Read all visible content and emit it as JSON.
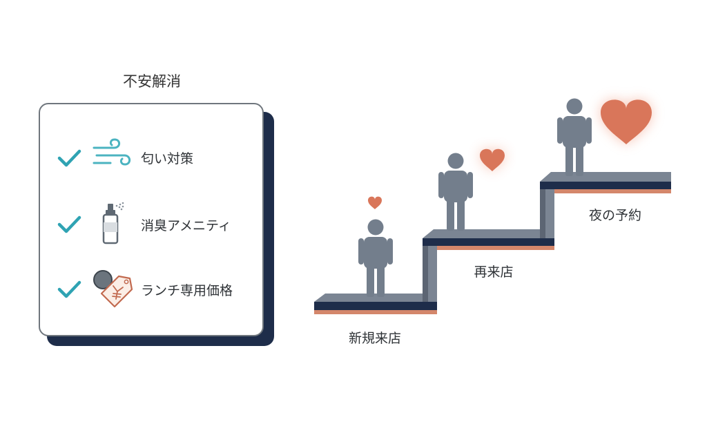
{
  "panel": {
    "title": "不安解消",
    "items": [
      {
        "icon": "wind-icon",
        "label": "匂い対策"
      },
      {
        "icon": "spray-bottle-icon",
        "label": "消臭アメニティ"
      },
      {
        "icon": "yen-price-tag-icon",
        "label": "ランチ専用価格"
      }
    ]
  },
  "staircase": {
    "steps": [
      {
        "label": "新規来店",
        "heart": "small"
      },
      {
        "label": "再来店",
        "heart": "medium"
      },
      {
        "label": "夜の予約",
        "heart": "large"
      }
    ]
  },
  "colors": {
    "check": "#2fa3b3",
    "wind": "#4bb3c0",
    "figure": "#737e8c",
    "heart": "#d9765a",
    "step_top": "#7b8593",
    "step_navy": "#1e2d4a",
    "step_accent": "#d4876b",
    "card_shadow": "#1e2d4a"
  }
}
